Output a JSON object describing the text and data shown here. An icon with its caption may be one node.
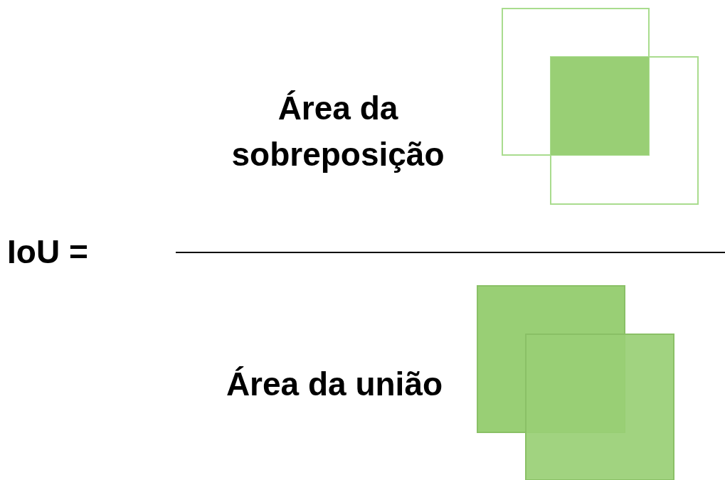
{
  "diagram": {
    "labels": [
      "IoU =",
      "Área da sobreposição",
      "Área da união"
    ]
  }
}
